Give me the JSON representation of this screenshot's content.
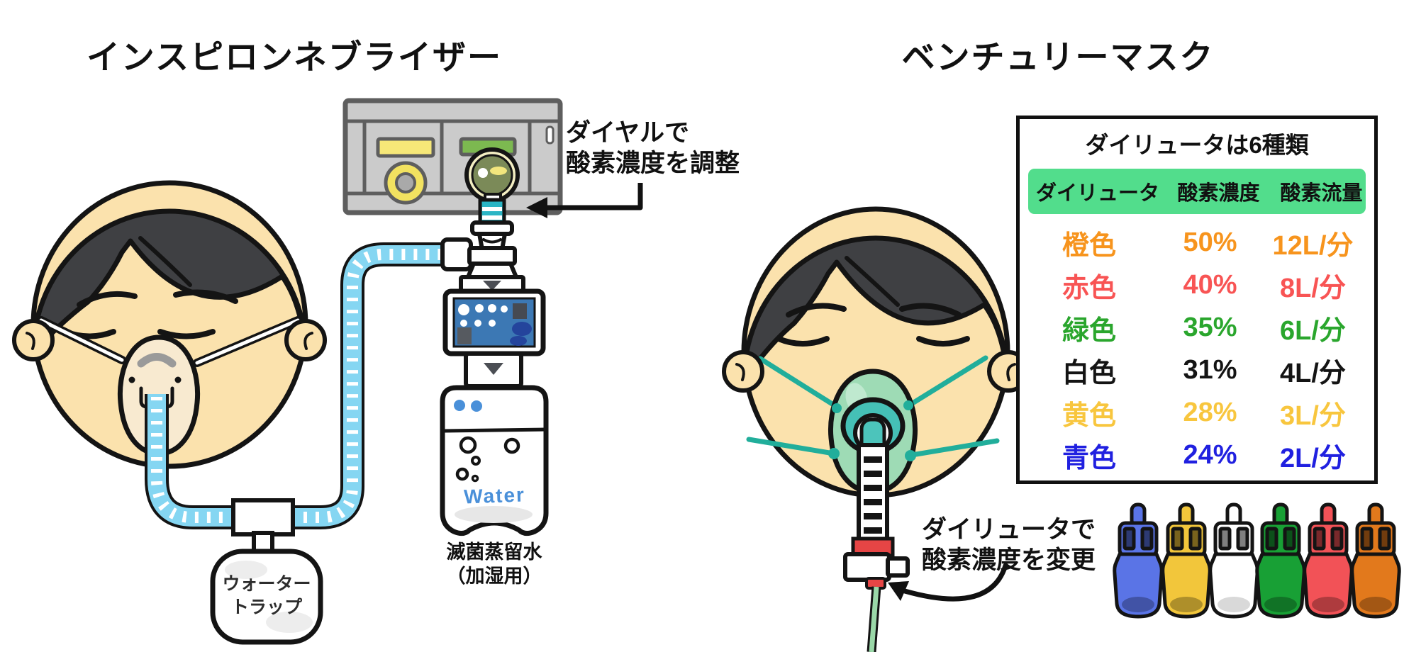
{
  "left_panel": {
    "title": "インスピロンネブライザー",
    "dial_note_line1": "ダイヤルで",
    "dial_note_line2": "酸素濃度を調整",
    "water_trap_line1": "ウォーター",
    "water_trap_line2": "トラップ",
    "bottle_text": "Water",
    "bottle_caption_line1": "滅菌蒸留水",
    "bottle_caption_line2": "（加湿用）"
  },
  "right_panel": {
    "title": "ベンチュリーマスク",
    "diluter_note_line1": "ダイリュータで",
    "diluter_note_line2": "酸素濃度を変更"
  },
  "table": {
    "title": "ダイリュータは6種類",
    "header_bg": "#52dd8c",
    "columns": [
      "ダイリュータ",
      "酸素濃度",
      "酸素流量"
    ],
    "rows": [
      {
        "color_label": "橙色",
        "concentration": "50%",
        "flow": "12L/分",
        "color": "#f7941d"
      },
      {
        "color_label": "赤色",
        "concentration": "40%",
        "flow": "8L/分",
        "color": "#f85454"
      },
      {
        "color_label": "緑色",
        "concentration": "35%",
        "flow": "6L/分",
        "color": "#2aa62d"
      },
      {
        "color_label": "白色",
        "concentration": "31%",
        "flow": "4L/分",
        "color": "#141414"
      },
      {
        "color_label": "黄色",
        "concentration": "28%",
        "flow": "3L/分",
        "color": "#f8c63e"
      },
      {
        "color_label": "青色",
        "concentration": "24%",
        "flow": "2L/分",
        "color": "#2020e0"
      }
    ]
  },
  "diluters": {
    "items": [
      {
        "name": "blue-diluter",
        "color": "#5a74e6"
      },
      {
        "name": "yellow-diluter",
        "color": "#f2c63b"
      },
      {
        "name": "white-diluter",
        "color": "#ffffff"
      },
      {
        "name": "green-diluter",
        "color": "#18a035"
      },
      {
        "name": "red-diluter",
        "color": "#f25257"
      },
      {
        "name": "orange-diluter",
        "color": "#e2791c"
      }
    ]
  },
  "palette": {
    "skin": "#fbe2ad",
    "hair": "#3f4043",
    "tube_blue": "#85d6f2",
    "venturi_mask_green": "#9edbb5",
    "strap_teal": "#21ae9b",
    "water_text_blue": "#4a90d9"
  }
}
